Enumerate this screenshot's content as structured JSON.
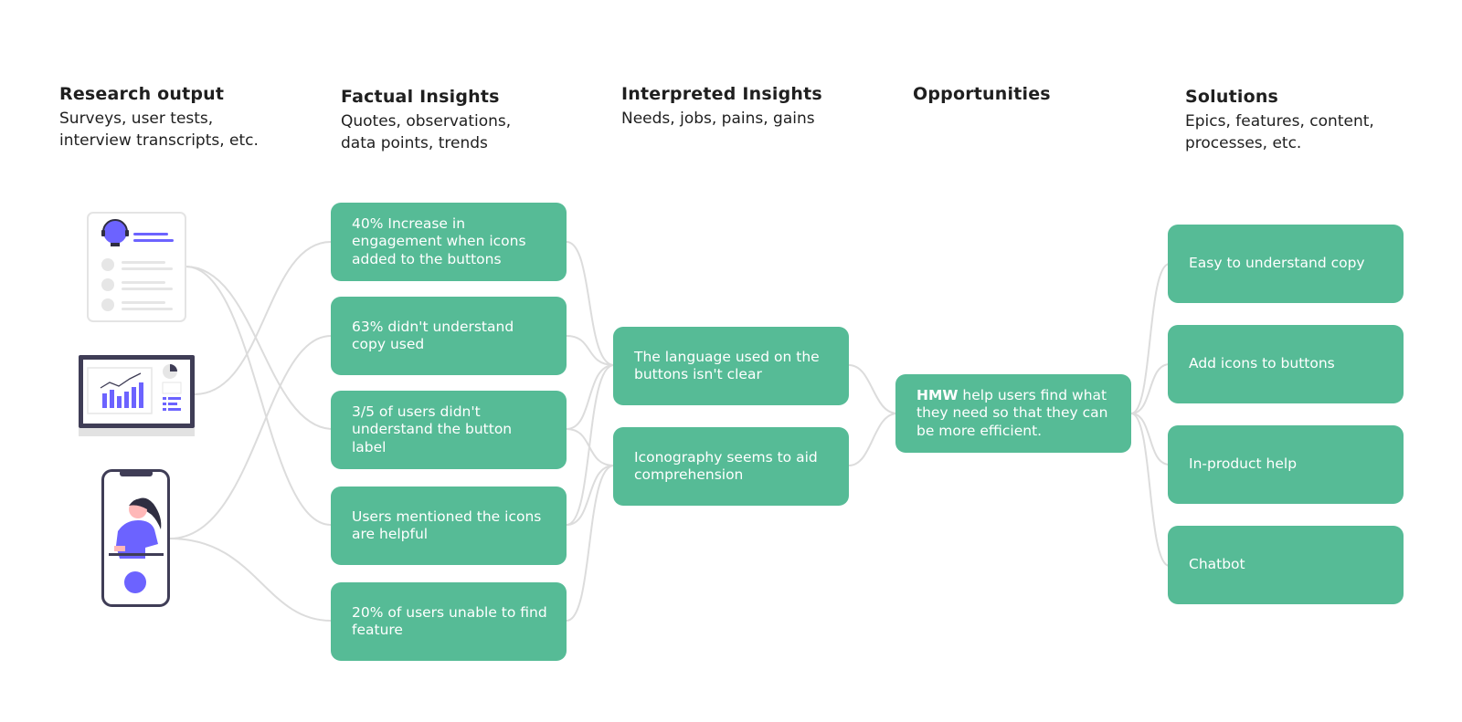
{
  "columns": {
    "research": {
      "title": "Research output",
      "subtitle": "Surveys, user tests,\ninterview transcripts, etc."
    },
    "factual": {
      "title": "Factual Insights",
      "subtitle": "Quotes, observations,\ndata points, trends"
    },
    "interpreted": {
      "title": "Interpreted Insights",
      "subtitle": "Needs, jobs, pains, gains"
    },
    "opportunities": {
      "title": "Opportunities",
      "subtitle": ""
    },
    "solutions": {
      "title": "Solutions",
      "subtitle": "Epics, features, content,\nprocesses, etc."
    }
  },
  "factual_insights": [
    "40% Increase in engagement when icons added to the buttons",
    "63% didn't understand copy used",
    "3/5 of users didn't understand the button label",
    "Users mentioned the icons are helpful",
    "20% of users unable to find feature"
  ],
  "interpreted_insights": [
    "The language used on the buttons isn't clear",
    "Iconography seems to aid comprehension"
  ],
  "opportunity": {
    "prefix": "HMW",
    "text": " help users find what they need so that they can be more efficient."
  },
  "solutions": [
    "Easy to understand copy",
    "Add icons to buttons",
    "In-product help",
    "Chatbot"
  ],
  "colors": {
    "card": "#56bb96",
    "accent": "#6c63ff",
    "connector": "#d9d9d9",
    "text": "#1f1f1f"
  },
  "icons": {
    "survey": "survey-document-icon",
    "laptop": "laptop-analytics-icon",
    "phone": "phone-user-test-icon"
  }
}
